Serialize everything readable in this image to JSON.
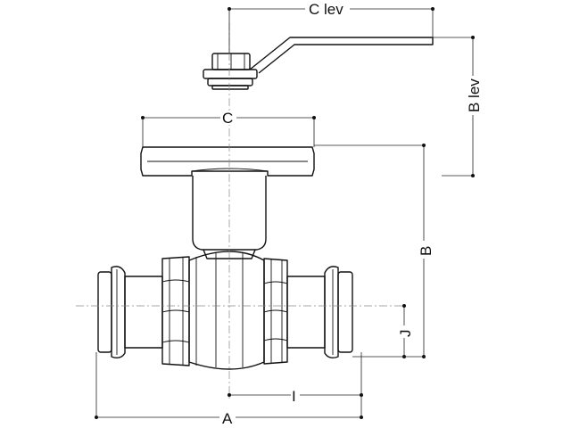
{
  "diagram": {
    "labels": {
      "c_lev": "C lev",
      "b_lev": "B lev",
      "c": "C",
      "b": "B",
      "j": "J",
      "i": "I",
      "a": "A"
    },
    "colors": {
      "line": "#111111",
      "center_line": "#888888",
      "background": "#ffffff"
    }
  }
}
